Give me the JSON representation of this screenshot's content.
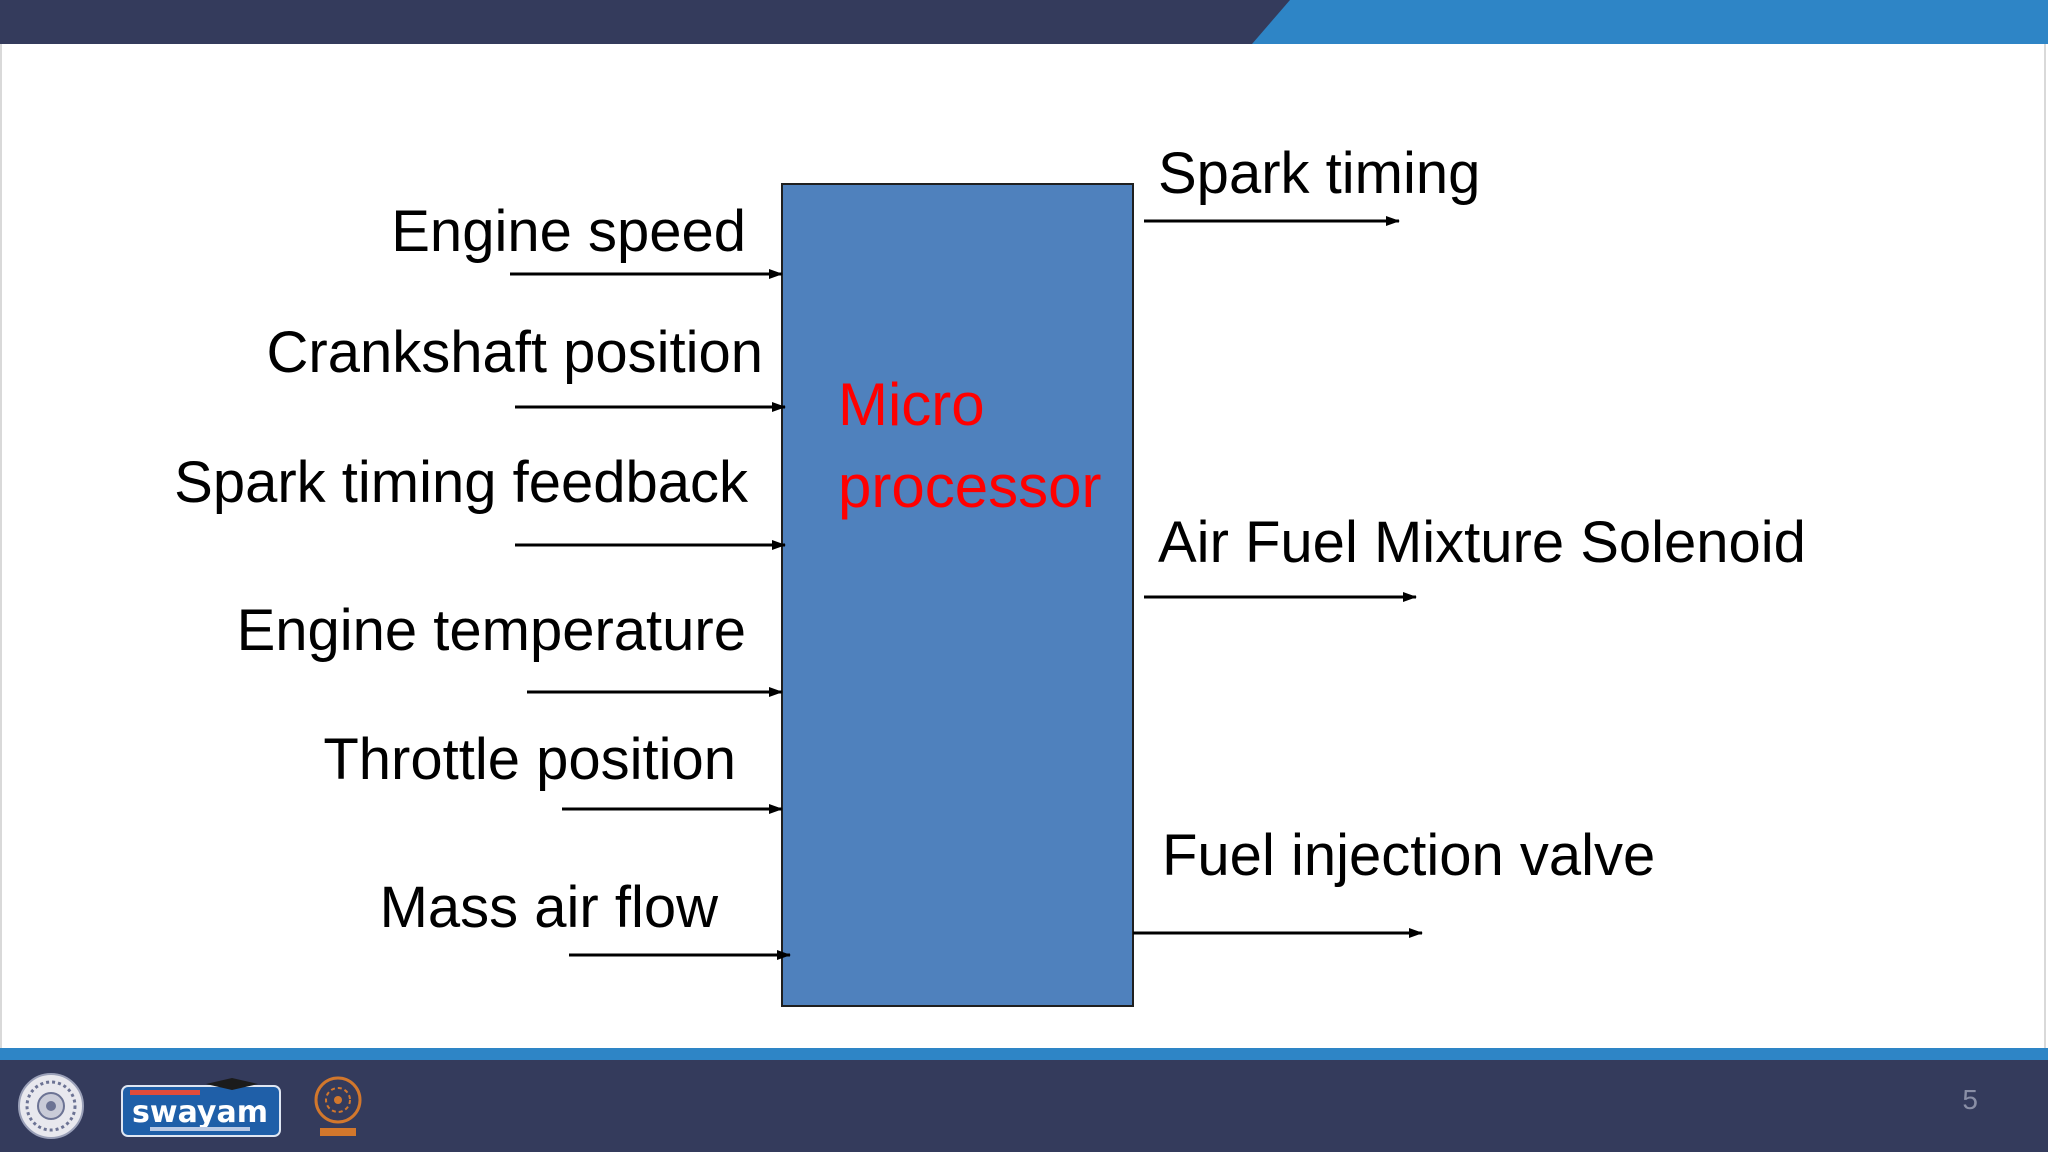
{
  "colors": {
    "top_band_dark": "#343b5c",
    "top_band_accent": "#2e85c6",
    "footer": "#343b5c",
    "footer_strip": "#2e85c6",
    "box_fill": "#4f81bd",
    "box_text": "#ff0000"
  },
  "diagram": {
    "processor_label": [
      "Micro",
      "processor"
    ],
    "inputs": [
      "Engine speed",
      "Crankshaft position",
      "Spark timing feedback",
      "Engine temperature",
      "Throttle position",
      "Mass air flow"
    ],
    "outputs": [
      "Spark timing",
      "Air Fuel Mixture Solenoid",
      "Fuel injection valve"
    ]
  },
  "footer": {
    "logos": [
      "iit-emblem-logo",
      "swayam-logo",
      "nptel-logo"
    ],
    "page_number": "5"
  }
}
